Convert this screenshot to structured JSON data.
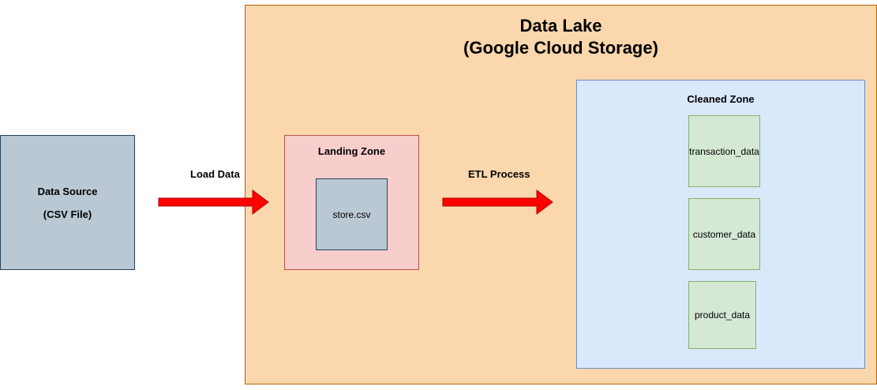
{
  "data_lake": {
    "title_line1": "Data Lake",
    "title_line2": "(Google Cloud Storage)"
  },
  "data_source": {
    "line1": "Data Source",
    "line2": "(CSV File)"
  },
  "landing_zone": {
    "title": "Landing Zone",
    "file": "store.csv"
  },
  "cleaned_zone": {
    "title": "Cleaned Zone",
    "tables": [
      "transaction_data",
      "customer_data",
      "product_data"
    ]
  },
  "edges": {
    "load": "Load Data",
    "etl": "ETL Process"
  },
  "colors": {
    "arrow_fill": "#ff0000",
    "arrow_stroke": "#b20000"
  }
}
